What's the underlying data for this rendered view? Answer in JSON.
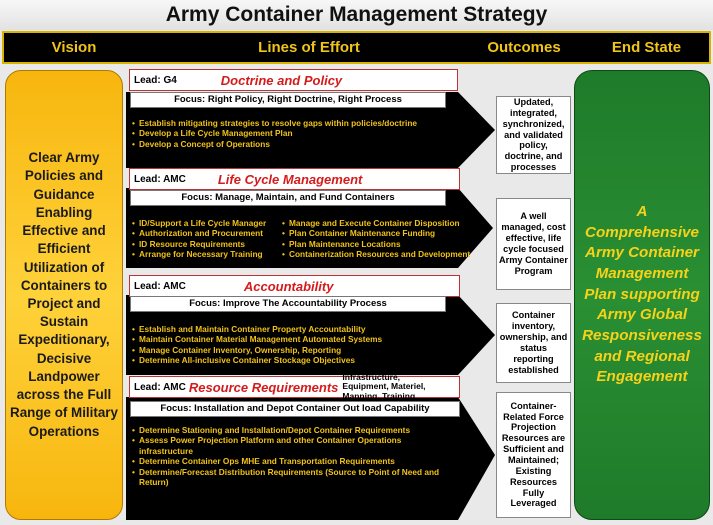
{
  "title": "Army Container Management Strategy",
  "headers": {
    "vision": "Vision",
    "lines": "Lines of Effort",
    "outcomes": "Outcomes",
    "end_state": "End State"
  },
  "vision_text": "Clear Army Policies and Guidance Enabling Effective and Efficient Utilization of Containers to Project and Sustain Expeditionary, Decisive Landpower across the Full Range of Military Operations",
  "end_state_text": "A Comprehensive Army Container Management Plan supporting Army Global Responsiveness and Regional Engagement",
  "lines": [
    {
      "lead": "Lead: G4",
      "title": "Doctrine and Policy",
      "extra": "",
      "focus": "Focus: Right Policy, Right Doctrine, Right Process",
      "bullets_left": [
        "Establish mitigating strategies to resolve gaps within policies/doctrine",
        "Develop a Life Cycle Management Plan",
        "Develop a Concept of Operations"
      ],
      "bullets_right": [],
      "outcome": "Updated, integrated, synchronized, and validated policy, doctrine, and processes"
    },
    {
      "lead": "Lead: AMC",
      "title": "Life Cycle Management",
      "extra": "",
      "focus": "Focus: Manage, Maintain, and Fund Containers",
      "bullets_left": [
        "ID/Support a Life Cycle Manager",
        "Authorization and Procurement",
        "ID Resource Requirements",
        "Arrange for Necessary Training"
      ],
      "bullets_right": [
        "Manage and Execute Container Disposition",
        "Plan Container Maintenance Funding",
        "Plan Maintenance Locations",
        "Containerization Resources and Development"
      ],
      "outcome": "A well managed, cost effective, life cycle focused Army Container Program"
    },
    {
      "lead": "Lead: AMC",
      "title": "Accountability",
      "extra": "",
      "focus": "Focus: Improve The Accountability Process",
      "bullets_left": [
        "Establish and Maintain Container Property Accountability",
        "Maintain Container Material Management Automated Systems",
        "Manage Container Inventory, Ownership, Reporting",
        "Determine All-inclusive Container Stockage Objectives"
      ],
      "bullets_right": [],
      "outcome": "Container inventory, ownership, and status reporting established"
    },
    {
      "lead": "Lead: AMC",
      "title": "Resource Requirements",
      "extra": "Infrastructure, Equipment, Materiel, Manning, Training",
      "focus": "Focus: Installation and Depot Container Out load  Capability",
      "bullets_left": [
        "Determine Stationing and Installation/Depot Container Requirements",
        "Assess Power Projection Platform and other Container Operations infrastructure",
        "Determine Container Ops MHE and Transportation Requirements",
        "Determine/Forecast Distribution Requirements (Source to Point of Need and Return)"
      ],
      "bullets_right": [],
      "outcome": "Container-Related Force Projection Resources are Sufficient and Maintained; Existing Resources Fully Leveraged"
    }
  ]
}
